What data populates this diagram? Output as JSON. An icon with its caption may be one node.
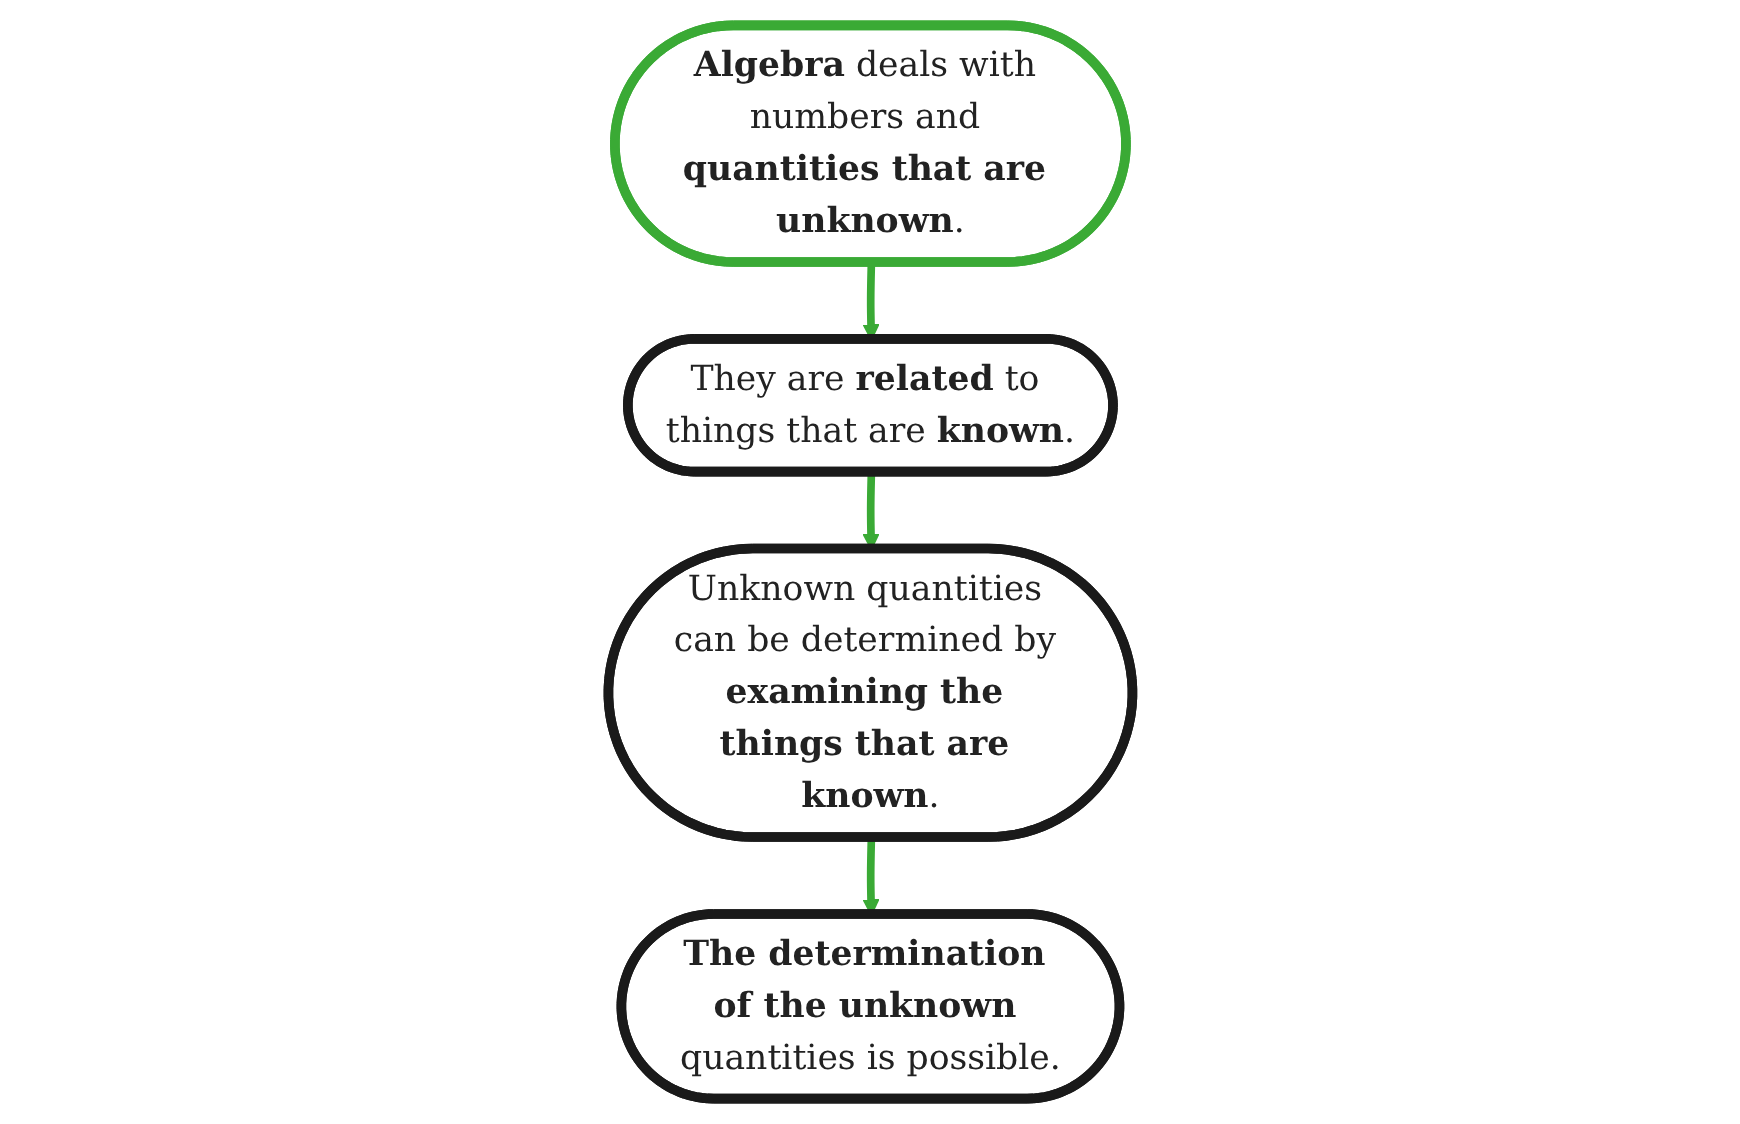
{
  "diagram": {
    "nodes": [
      {
        "text": [
          "**Algebra** deals with numbers and **quantities that are unknown**."
        ]
      },
      {
        "text": [
          "They are **related** to things that are **known**."
        ]
      },
      {
        "text": [
          "Unknown quantities can be determined by **examining the things that are known**."
        ]
      },
      {
        "text": [
          "**The determination of the unknown** quantities is possible."
        ]
      }
    ],
    "edges": [
      {
        "from": 0,
        "to": 1,
        "arrow": "to"
      },
      {
        "from": 1,
        "to": 2,
        "arrow": "to"
      },
      {
        "from": 2,
        "to": 3,
        "arrow": "to"
      }
    ]
  }
}
